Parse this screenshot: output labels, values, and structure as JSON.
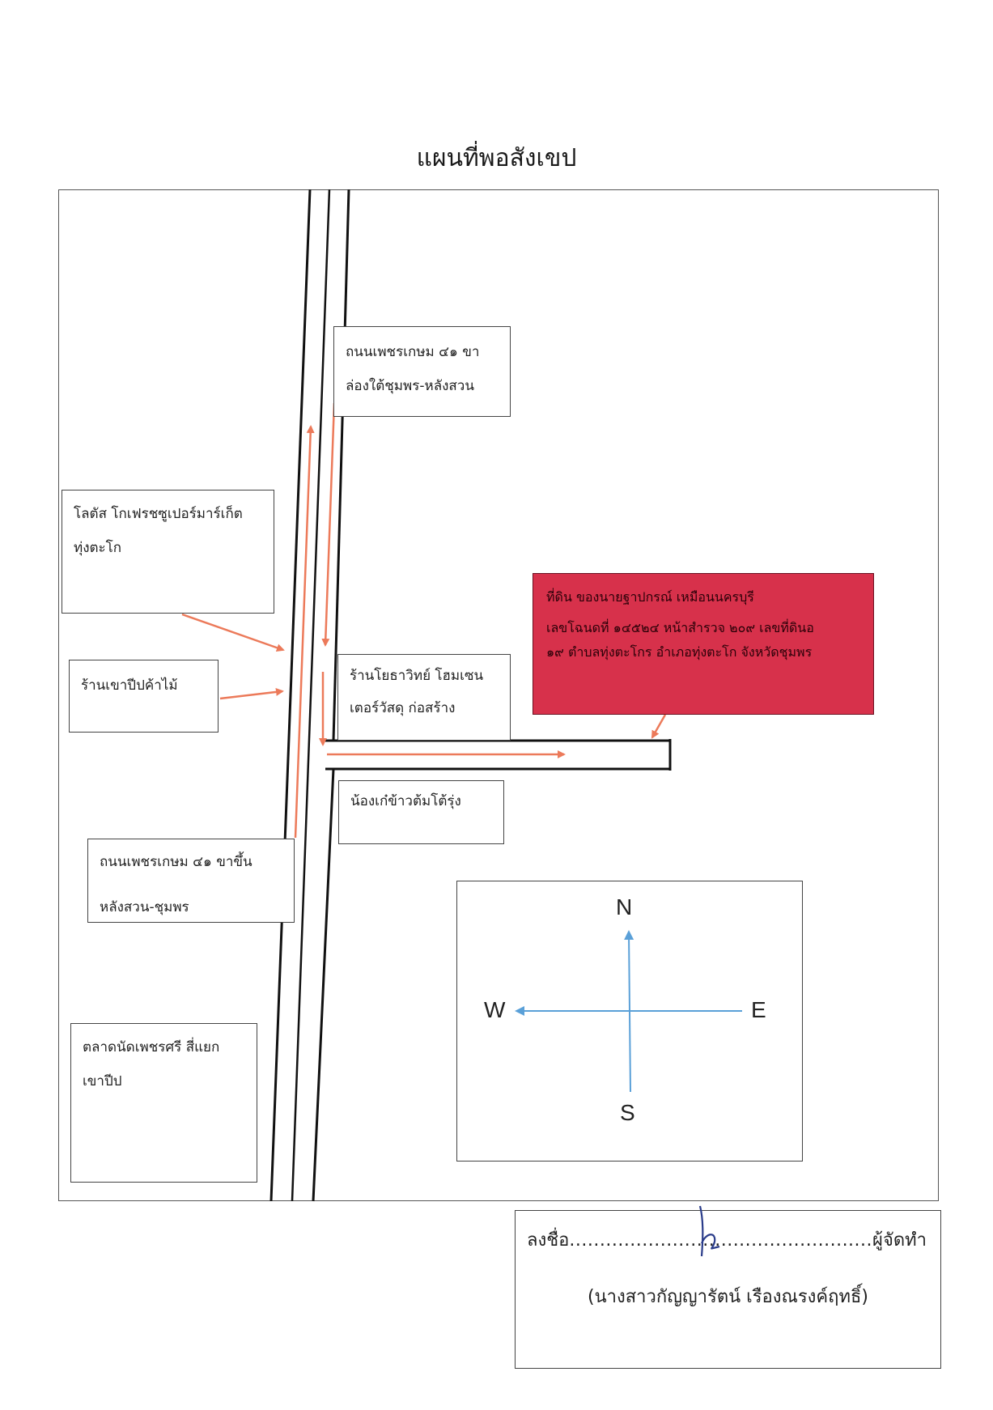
{
  "title": "แผนที่พอสังเขป",
  "road_labels": {
    "southbound": [
      "ถนนเพชรเกษม ๔๑ ขา",
      "ล่องใต้ชุมพร-หลังสวน"
    ],
    "northbound": [
      "ถนนเพชรเกษม ๔๑ ขาขึ้น",
      "หลังสวน-ชุมพร"
    ]
  },
  "places": {
    "lotus": [
      "โลตัส โกเฟรชซูเปอร์มาร์เก็ต",
      "ทุ่งตะโก"
    ],
    "khao_pip": [
      "ร้านเขาปีปค้าไม้"
    ],
    "yothawit": [
      "ร้านโยธาวิทย์ โฮมเซน",
      "เตอร์วัสดุ ก่อสร้าง"
    ],
    "nong_kao": [
      "น้องเก๋ข้าวต้มโต้รุ่ง"
    ],
    "market": [
      "ตลาดนัดเพชรศรี สี่แยก",
      "เขาปีป"
    ]
  },
  "land": {
    "line1": "ที่ดิน ของนายฐาปกรณ์ เหมือนนครบุรี",
    "line2": "เลขโฉนดที่ ๑๔๕๒๔ หน้าสำรวจ ๒๐๙ เลขที่ดินอ",
    "line3": "๑๙ ตำบลทุ่งตะโกร อำเภอทุ่งตะโก จังหวัดชุมพร",
    "color": "#d7314b"
  },
  "compass": {
    "n": "N",
    "s": "S",
    "e": "E",
    "w": "W",
    "color": "#5aa0d8"
  },
  "arrow_color": "#ec7a5a",
  "signature": {
    "sign_label": "ลงชื่อ",
    "dots": "..................................................",
    "role": "ผู้จัดทำ",
    "name": "(นางสาวกัญญารัตน์ เรืองณรงค์ฤทธิ์)"
  }
}
